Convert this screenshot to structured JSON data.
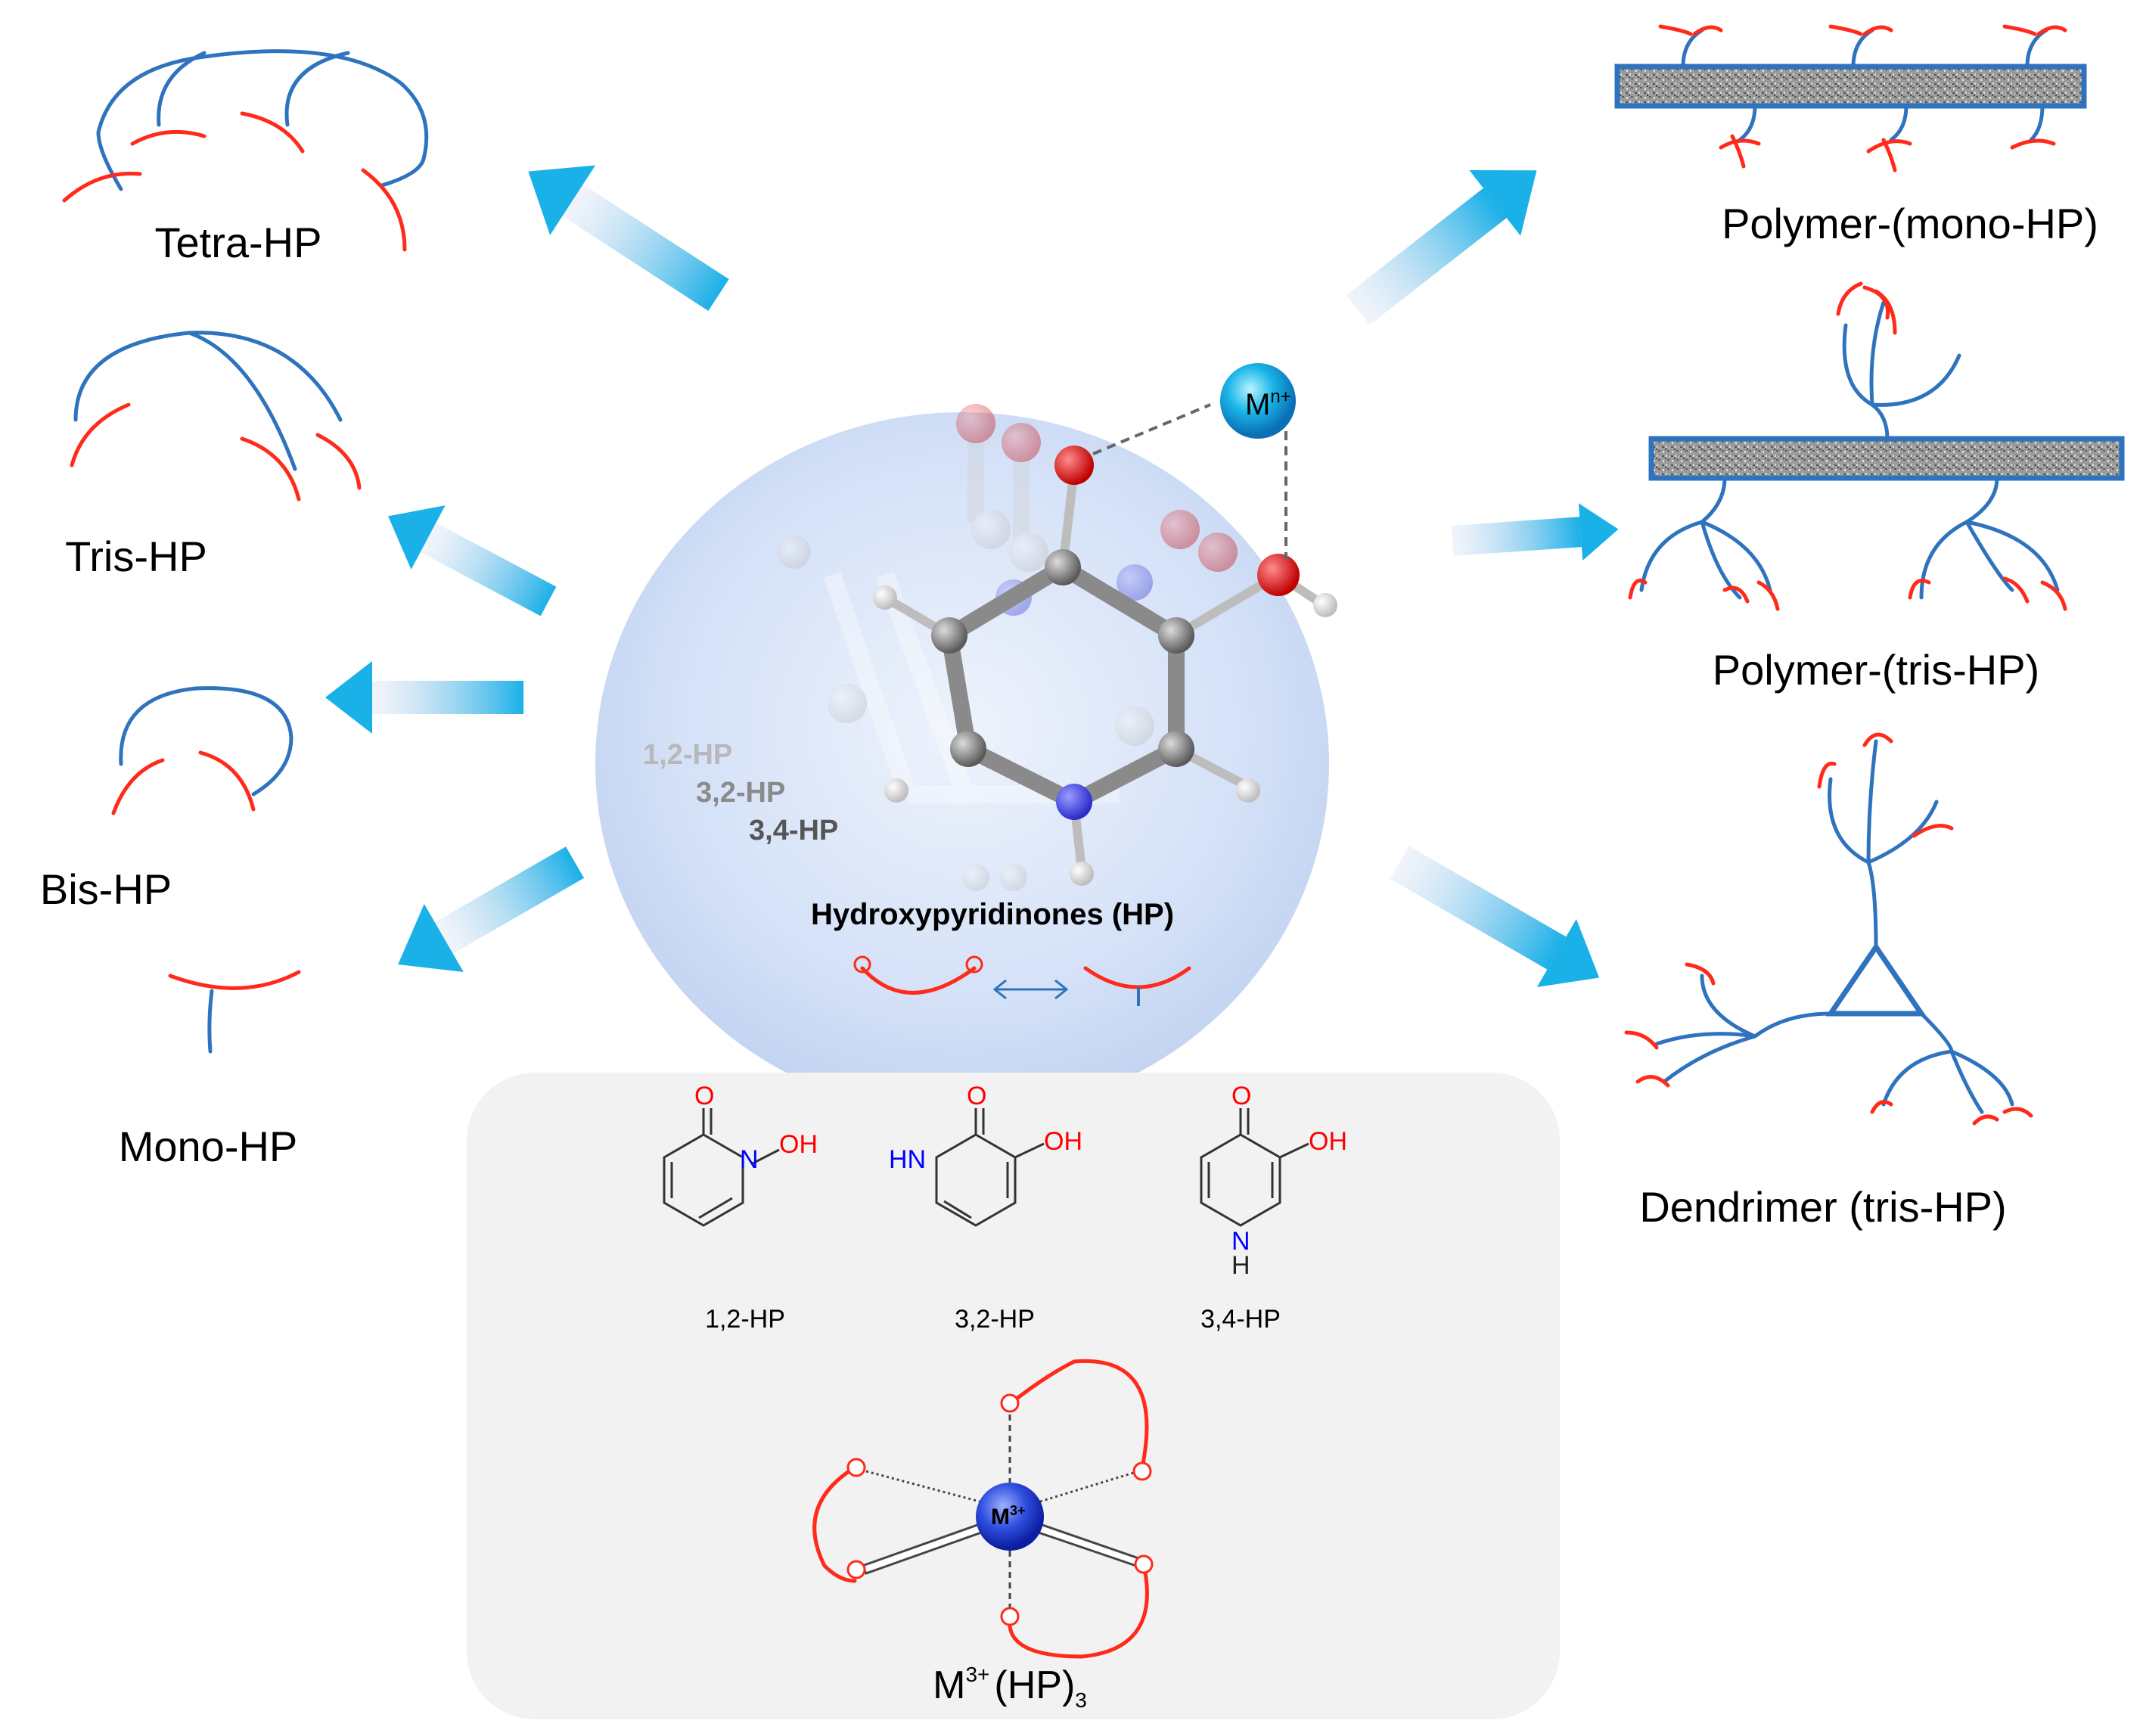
{
  "center": {
    "title": "Hydroxypyridinones (HP)",
    "metal_label": "M",
    "metal_charge": "n+",
    "isomers": [
      "1,2-HP",
      "3,2-HP",
      "3,4-HP"
    ]
  },
  "left_branches": [
    {
      "label": "Tetra-HP"
    },
    {
      "label": "Tris-HP"
    },
    {
      "label": "Bis-HP"
    },
    {
      "label": "Mono-HP"
    }
  ],
  "right_branches": [
    {
      "label": "Polymer-(mono-HP)"
    },
    {
      "label": "Polymer-(tris-HP)"
    },
    {
      "label": "Dendrimer  (tris-HP)"
    }
  ],
  "inset": {
    "structures": [
      {
        "caption": "1,2-HP",
        "carbonyl_o": "O",
        "n_atom": "N",
        "oh": "OH"
      },
      {
        "caption": "3,2-HP",
        "carbonyl_o": "O",
        "n_atom": "HN",
        "oh": "OH"
      },
      {
        "caption": "3,4-HP",
        "carbonyl_o": "O",
        "n_atom": "N",
        "nh_h": "H",
        "oh": "OH"
      }
    ],
    "complex": {
      "metal": "M",
      "metal_charge": "3+",
      "donor": "O",
      "caption_metal": "M",
      "caption_charge": "3+",
      "caption_ligand": "(HP)",
      "caption_sub": "3"
    }
  },
  "colors": {
    "chelator_red": "#ff2a1a",
    "backbone_blue": "#2f73be",
    "arrow_cyan": "#1ab0e8",
    "circle_bg": "#cfdcf5",
    "inset_bg": "#f2f2f2",
    "oxygen": "#ff0000",
    "nitrogen": "#0000ff"
  }
}
